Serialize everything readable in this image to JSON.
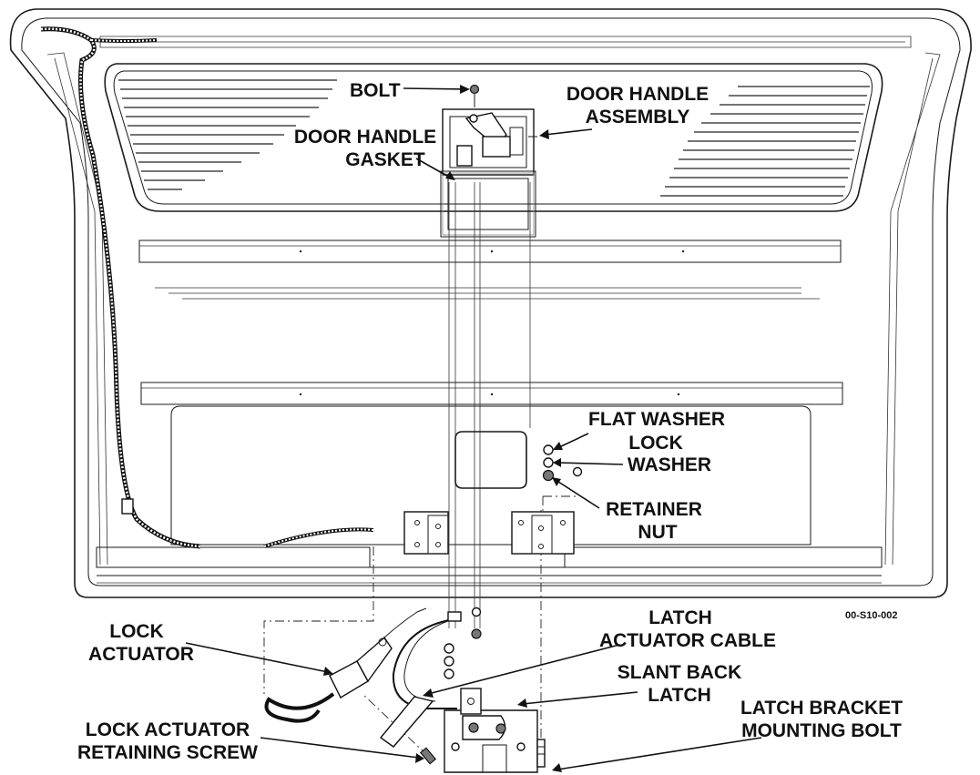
{
  "diagram": {
    "code": "00-S10-002",
    "labels": {
      "bolt": "BOLT",
      "door_handle_assembly_1": "DOOR HANDLE",
      "door_handle_assembly_2": "ASSEMBLY",
      "door_handle_gasket_1": "DOOR HANDLE",
      "door_handle_gasket_2": "GASKET",
      "flat_washer": "FLAT WASHER",
      "lock_washer_1": "LOCK",
      "lock_washer_2": "WASHER",
      "retainer_nut_1": "RETAINER",
      "retainer_nut_2": "NUT",
      "latch_actuator_cable_1": "LATCH",
      "latch_actuator_cable_2": "ACTUATOR CABLE",
      "slant_back_latch_1": "SLANT BACK",
      "slant_back_latch_2": "LATCH",
      "lock_actuator_1": "LOCK",
      "lock_actuator_2": "ACTUATOR",
      "latch_bracket_bolt_1": "LATCH BRACKET",
      "latch_bracket_bolt_2": "MOUNTING BOLT",
      "lock_actuator_screw_1": "LOCK ACTUATOR",
      "lock_actuator_screw_2": "RETAINING SCREW"
    }
  }
}
